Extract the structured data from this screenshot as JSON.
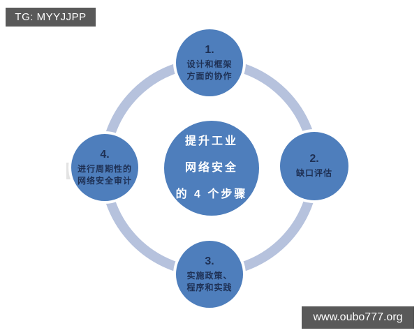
{
  "page": {
    "background": "#ffffff"
  },
  "top_label": {
    "text": "TG: MYYJJPP",
    "bg_color": "#595959",
    "text_color": "#ffffff"
  },
  "bottom_label": {
    "text": "www.oubo777.org",
    "bg_color": "#595959",
    "text_color": "#ffffff"
  },
  "diagram": {
    "type": "cycle",
    "ring_color": "#b6c2dd",
    "node_color": "#4e7ebc",
    "node_text_color": "#1e3054",
    "center_text_color": "#ffffff",
    "center": {
      "lines": [
        "提升工业",
        "网络安全",
        "的 4 个步骤"
      ]
    },
    "steps": [
      {
        "number": "1.",
        "position": "top",
        "lines": [
          "设计和框架",
          "方面的协作"
        ]
      },
      {
        "number": "2.",
        "position": "right",
        "lines": [
          "缺口评估"
        ]
      },
      {
        "number": "3.",
        "position": "bottom",
        "lines": [
          "实施政策、",
          "程序和实践"
        ]
      },
      {
        "number": "4.",
        "position": "left",
        "lines": [
          "进行周期性的",
          "网络安全审计"
        ]
      }
    ]
  }
}
